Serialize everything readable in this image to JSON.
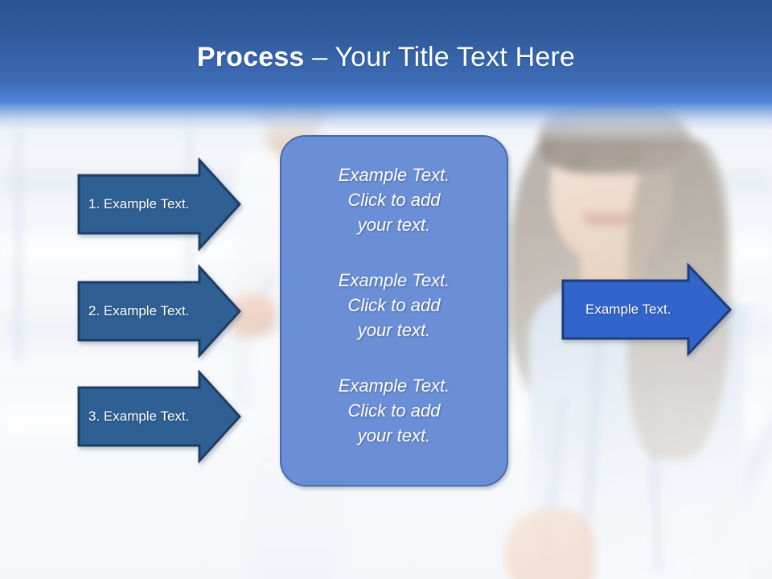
{
  "slide": {
    "title_bold": "Process",
    "title_rest": " – Your Title Text Here",
    "colors": {
      "header_top": "#2a5494",
      "header_bottom": "#4e82d6",
      "step_arrow_fill": "#2e6094",
      "step_arrow_stroke": "#1f3d63",
      "output_arrow_fill": "#3264cb",
      "output_arrow_stroke": "#1f3d7a",
      "panel_fill": "#6b8fd6",
      "panel_stroke": "#4a6aa8",
      "text_on_shape": "#ffffff"
    }
  },
  "steps": [
    {
      "label": "1. Example Text."
    },
    {
      "label": "2. Example Text."
    },
    {
      "label": "3. Example Text."
    }
  ],
  "panel": {
    "blocks": [
      "Example Text.\nClick  to add\nyour text.",
      "Example Text.\nClick  to add\nyour text.",
      "Example Text.\nClick  to add\nyour text."
    ]
  },
  "output": {
    "label": "Example Text."
  }
}
